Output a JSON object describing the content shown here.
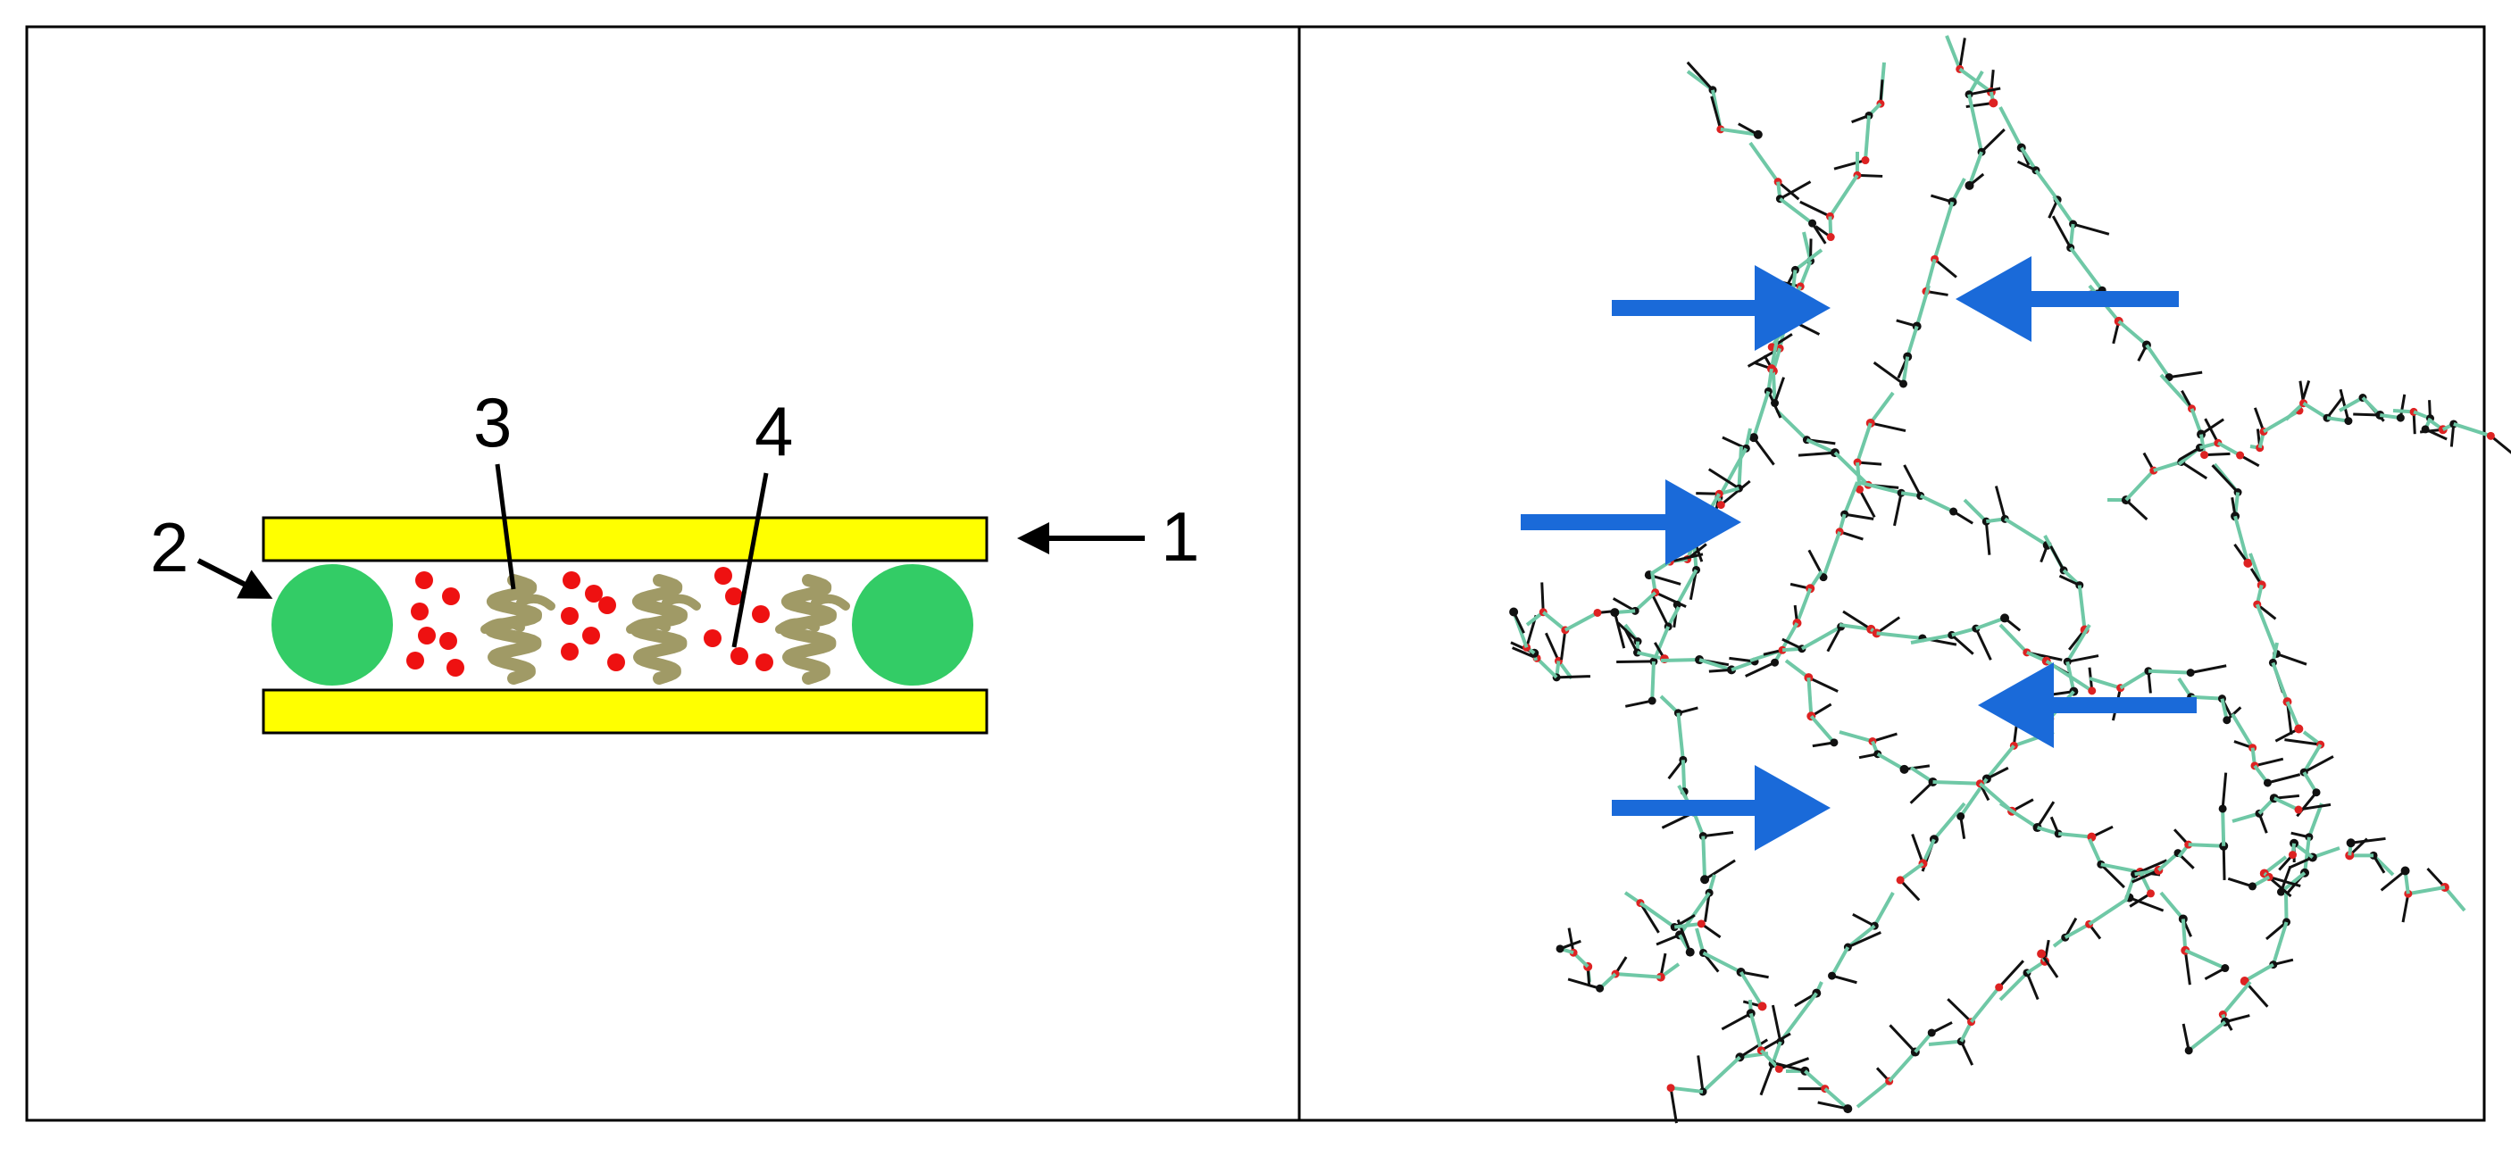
{
  "colors": {
    "plate": "#ffff00",
    "spacer": "#33cc66",
    "dot": "#ee1111",
    "protein": "#a09a66",
    "arrow_black": "#000000",
    "arrow_blue": "#1a6ad9",
    "bond": "#6fc8a6",
    "atom_black": "#111111",
    "atom_red": "#dd2222",
    "frame": "#000000"
  },
  "left_panel": {
    "labels": {
      "one": "1",
      "two": "2",
      "three": "3",
      "four": "4"
    },
    "icons": {
      "plates": "glass-plate-icon",
      "spacers": "spacer-bead-icon",
      "particles": "red-particle-icon",
      "proteins": "protein-coil-icon"
    }
  },
  "right_panel": {
    "icons": {
      "arrows": "blue-arrow-icon",
      "molecule": "molecular-structure-icon"
    },
    "arrow_directions": [
      "right",
      "left",
      "right",
      "left",
      "right"
    ]
  }
}
